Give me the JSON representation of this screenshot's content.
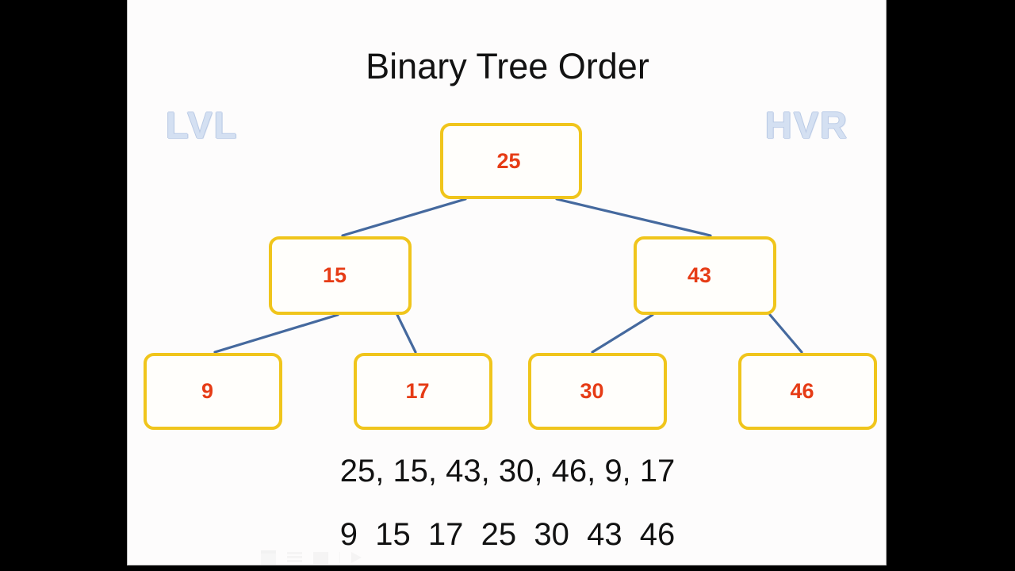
{
  "slide": {
    "title": "Binary Tree Order",
    "background_color": "#fdfcfc",
    "labels": {
      "left": "LVL",
      "right": "HVR",
      "color": "#d4e0f2"
    }
  },
  "tree": {
    "node_border_color": "#f0c51c",
    "node_value_color": "#e63c16",
    "edge_color": "#45699e",
    "nodes": [
      {
        "id": "node-25",
        "value": "25",
        "level": 0
      },
      {
        "id": "node-15",
        "value": "15",
        "level": 1
      },
      {
        "id": "node-43",
        "value": "43",
        "level": 1
      },
      {
        "id": "node-9",
        "value": "9",
        "level": 2
      },
      {
        "id": "node-17",
        "value": "17",
        "level": 2
      },
      {
        "id": "node-30",
        "value": "30",
        "level": 2
      },
      {
        "id": "node-46",
        "value": "46",
        "level": 2
      }
    ],
    "edges": [
      {
        "from": "node-25",
        "to": "node-15"
      },
      {
        "from": "node-25",
        "to": "node-43"
      },
      {
        "from": "node-15",
        "to": "node-9"
      },
      {
        "from": "node-15",
        "to": "node-17"
      },
      {
        "from": "node-43",
        "to": "node-30"
      },
      {
        "from": "node-43",
        "to": "node-46"
      }
    ]
  },
  "traversals": {
    "level_order": "25, 15, 43, 30, 46, 9, 17",
    "in_order": "9  15  17  25  30  43  46"
  },
  "view_toolbar": {
    "buttons": [
      "normal-view-icon",
      "slide-sorter-icon",
      "reading-view-icon",
      "slideshow-icon"
    ]
  }
}
